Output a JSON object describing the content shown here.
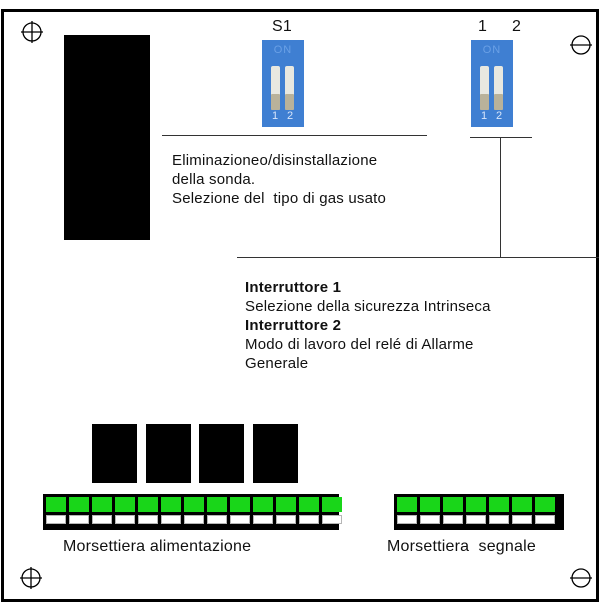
{
  "switch_s1": {
    "label": "S1",
    "on_text": "ON",
    "num1": "1",
    "num2": "2"
  },
  "switch_s2": {
    "label_1": "1",
    "label_2": "2",
    "on_text": "ON",
    "num1": "1",
    "num2": "2"
  },
  "annotation_s1": {
    "line1": "Eliminazioneo/disinstallazione",
    "line2": "della sonda.",
    "line3": "Selezione del  tipo di gas usato"
  },
  "annotation_s2": {
    "switch1_title": "Interruttore 1",
    "switch1_desc": "Selezione della sicurezza Intrinseca",
    "switch2_title": "Interruttore 2",
    "switch2_desc_line1": "Modo di lavoro del relé di Allarme",
    "switch2_desc_line2": "Generale"
  },
  "terminals": {
    "power_label": "Morsettiera alimentazione",
    "power_count": 13,
    "signal_label": "Morsettiera  segnale",
    "signal_count": 7
  },
  "colors": {
    "dip_blue": "#3f7fd2",
    "terminal_green": "#19d619",
    "component_black": "#000000"
  }
}
